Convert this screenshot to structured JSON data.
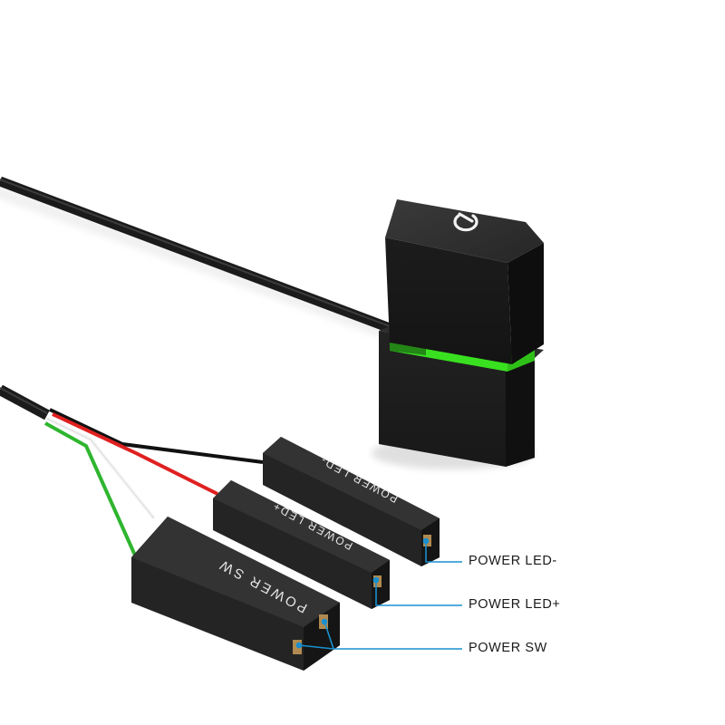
{
  "product": {
    "type": "desktop power button switch with extension cable",
    "button_icon": "power-icon",
    "led_color": "#39e020",
    "body_color": "#1e1e1e"
  },
  "connectors": [
    {
      "id": "led_minus",
      "label": "POWER LED-",
      "wire_color": "#111111"
    },
    {
      "id": "led_plus",
      "label": "POWER LED+",
      "wire_color": "#e02020"
    },
    {
      "id": "sw",
      "label": "POWER SW",
      "wire_colors": [
        "#ffffff",
        "#2fb52f"
      ]
    }
  ],
  "callouts": [
    {
      "label": "POWER LED-"
    },
    {
      "label": "POWER LED+"
    },
    {
      "label": "POWER SW"
    }
  ],
  "colors": {
    "callout_line": "#1a8fd0",
    "pin": "#b08a50",
    "background": "#ffffff"
  }
}
